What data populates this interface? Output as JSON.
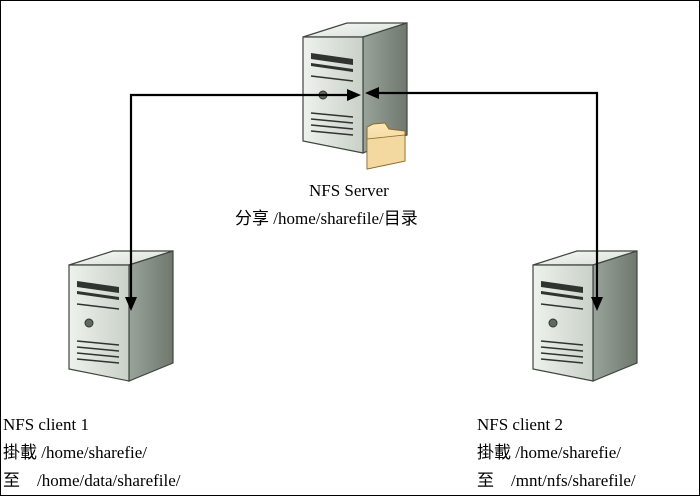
{
  "server": {
    "name": "NFS Server",
    "share_line": "分享 /home/sharefile/目录"
  },
  "client1": {
    "name": "NFS client 1",
    "mount_line": "掛載 /home/sharefie/",
    "target_line": "至    /home/data/sharefile/"
  },
  "client2": {
    "name": "NFS client 2",
    "mount_line": "掛載 /home/sharefie/",
    "target_line": "至    /mnt/nfs/sharefile/"
  }
}
